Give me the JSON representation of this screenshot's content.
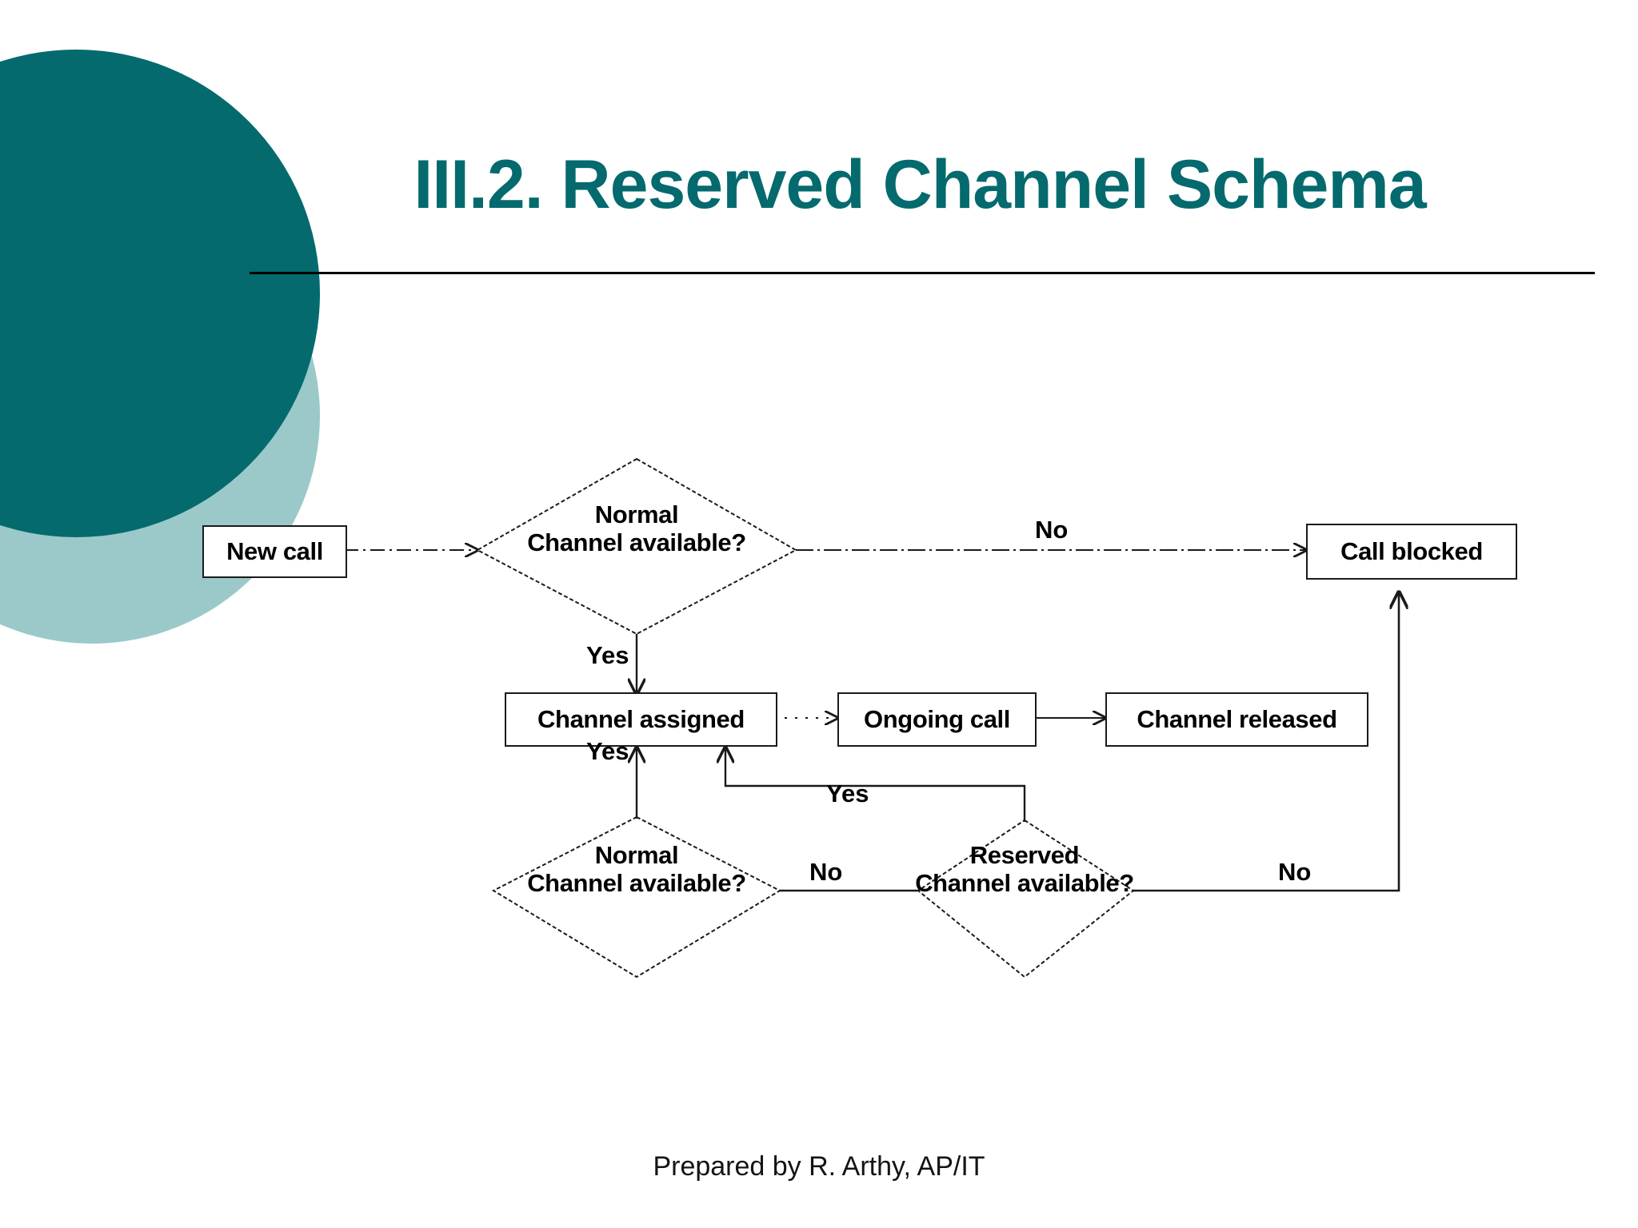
{
  "slide": {
    "title": "III.2. Reserved Channel Schema",
    "footer": "Prepared by R. Arthy, AP/IT",
    "accent_color_dark": "#046A6E",
    "accent_color_light": "#9BC9C9",
    "background_color": "#FFFFFF",
    "title_color": "#046A6E",
    "rule_color": "#000000"
  },
  "flowchart": {
    "type": "flowchart",
    "nodes": [
      {
        "id": "new-call",
        "shape": "rectangle",
        "label": "New call"
      },
      {
        "id": "normal-top",
        "shape": "diamond",
        "label_line1": "Normal",
        "label_line2": "Channel available?"
      },
      {
        "id": "call-blocked",
        "shape": "rectangle",
        "label": "Call blocked"
      },
      {
        "id": "channel-assigned",
        "shape": "rectangle",
        "label": "Channel assigned"
      },
      {
        "id": "ongoing-call",
        "shape": "rectangle",
        "label": "Ongoing call"
      },
      {
        "id": "channel-released",
        "shape": "rectangle",
        "label": "Channel released"
      },
      {
        "id": "normal-bottom",
        "shape": "diamond",
        "label_line1": "Normal",
        "label_line2": "Channel available?"
      },
      {
        "id": "reserved-bottom",
        "shape": "diamond",
        "label_line1": "Reserved",
        "label_line2": "Channel available?"
      }
    ],
    "edges": [
      {
        "from": "new-call",
        "to": "normal-top",
        "label": ""
      },
      {
        "from": "normal-top",
        "to": "call-blocked",
        "label": "No"
      },
      {
        "from": "normal-top",
        "to": "channel-assigned",
        "label": "Yes"
      },
      {
        "from": "channel-assigned",
        "to": "ongoing-call",
        "label": ""
      },
      {
        "from": "ongoing-call",
        "to": "channel-released",
        "label": ""
      },
      {
        "from": "normal-bottom",
        "to": "channel-assigned",
        "label": "Yes"
      },
      {
        "from": "normal-bottom",
        "to": "reserved-bottom",
        "label": "No"
      },
      {
        "from": "reserved-bottom",
        "to": "channel-assigned",
        "label": "Yes"
      },
      {
        "from": "reserved-bottom",
        "to": "call-blocked",
        "label": "No"
      }
    ],
    "edge_labels": {
      "top_no": "No",
      "top_yes": "Yes",
      "bottom_left_yes": "Yes",
      "bottom_mid_no": "No",
      "bottom_mid_yes": "Yes",
      "bottom_right_no": "No"
    }
  }
}
